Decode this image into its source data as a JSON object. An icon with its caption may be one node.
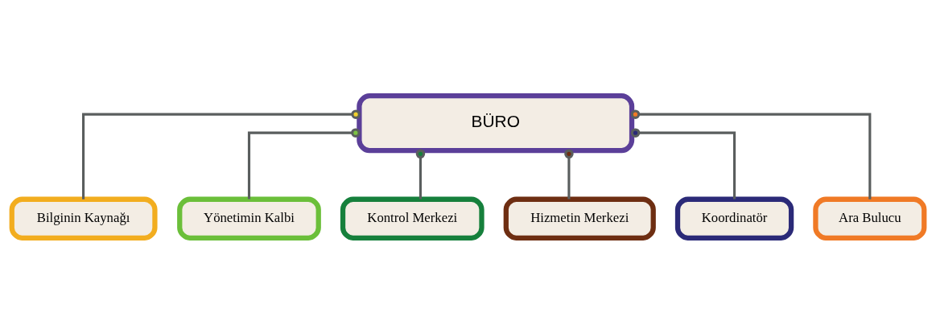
{
  "diagram": {
    "nodes": [
      {
        "text": [
          "BÜRO"
        ]
      },
      {
        "text": [
          "Bilginin Kaynağı"
        ]
      },
      {
        "text": [
          "Yönetimin Kalbi"
        ]
      },
      {
        "text": [
          "Kontrol Merkezi"
        ]
      },
      {
        "text": [
          "Hizmetin Merkezi"
        ]
      },
      {
        "text": [
          "Koordinatör"
        ]
      },
      {
        "text": [
          "Ara Bulucu"
        ]
      }
    ],
    "edges": [
      {
        "from": 0,
        "to": 1,
        "arrow": "other"
      },
      {
        "from": 0,
        "to": 2,
        "arrow": "other"
      },
      {
        "from": 0,
        "to": 3,
        "arrow": "other"
      },
      {
        "from": 0,
        "to": 4,
        "arrow": "other"
      },
      {
        "from": 0,
        "to": 5,
        "arrow": "other"
      },
      {
        "from": 0,
        "to": 6,
        "arrow": "other"
      }
    ]
  }
}
